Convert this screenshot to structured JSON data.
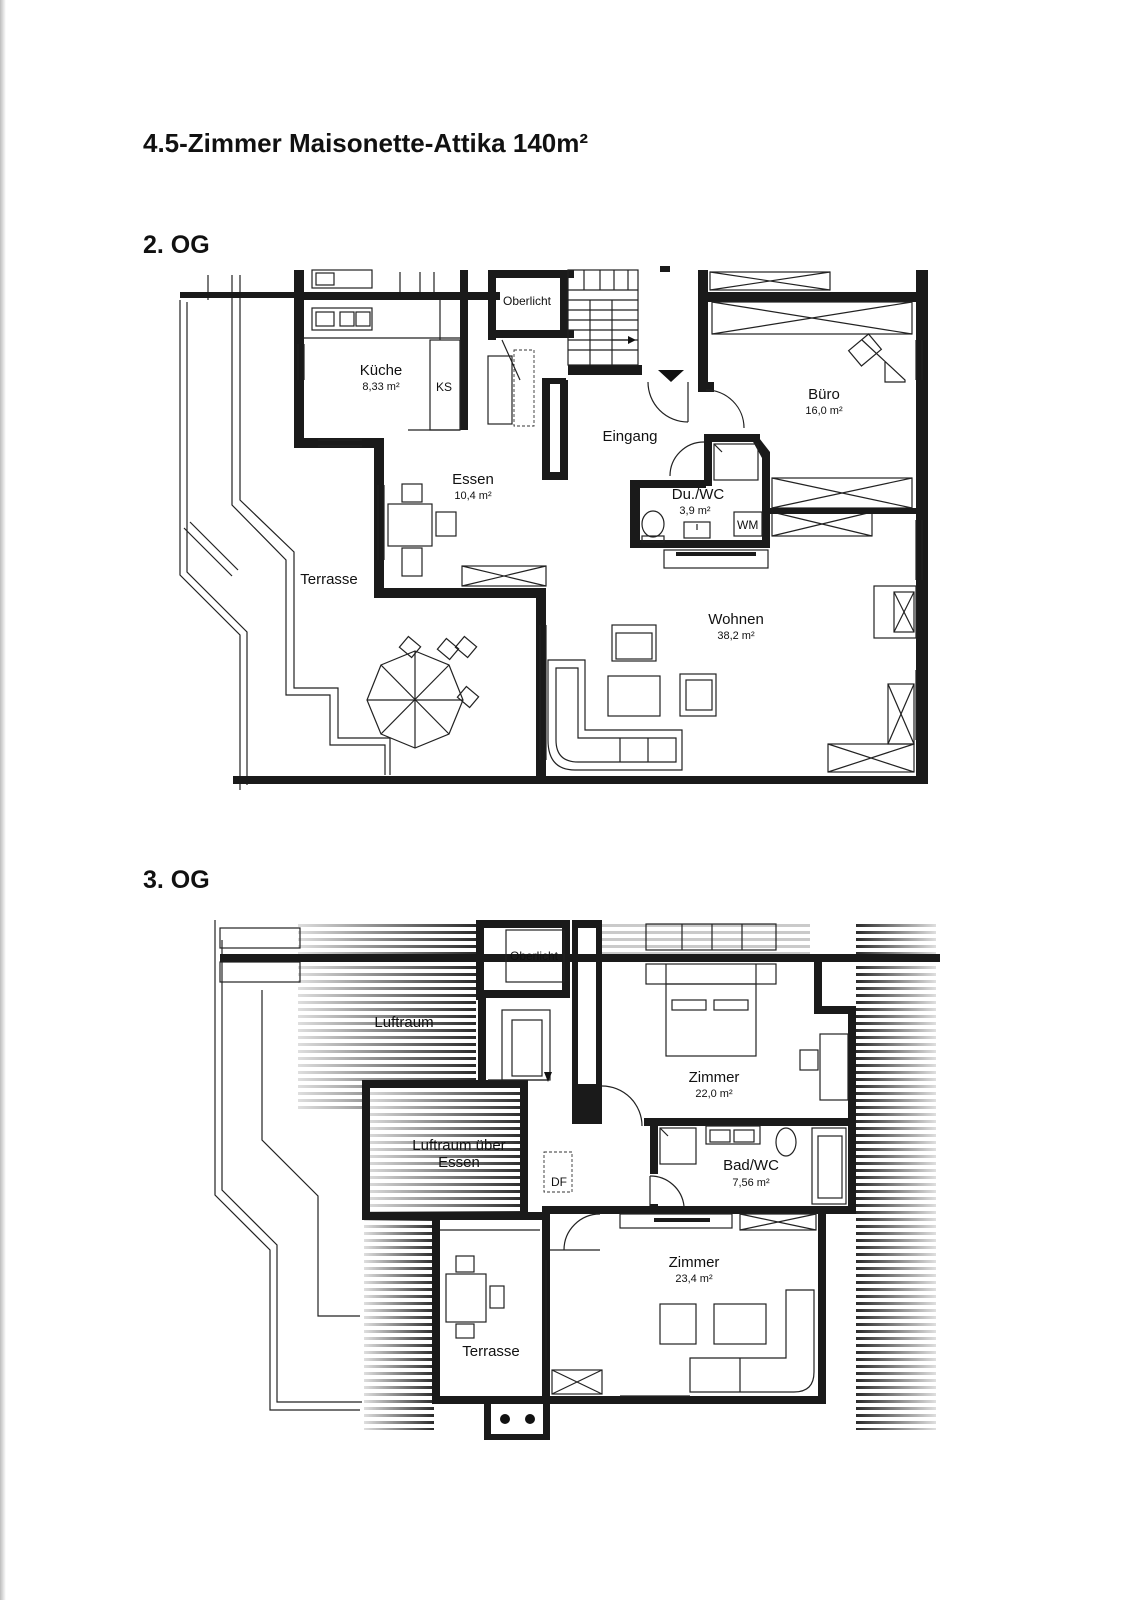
{
  "title": "4.5-Zimmer Maisonette-Attika 140m²",
  "floors": [
    {
      "label": "2. OG",
      "rooms": [
        {
          "name": "Küche",
          "area": "8,33 m²"
        },
        {
          "name": "Büro",
          "area": "16,0 m²"
        },
        {
          "name": "Essen",
          "area": "10,4 m²"
        },
        {
          "name": "Du./WC",
          "area": "3,9 m²"
        },
        {
          "name": "Wohnen",
          "area": "38,2 m²"
        }
      ],
      "labels": {
        "oberlicht": "Oberlicht",
        "ks": "KS",
        "eingang": "Eingang",
        "wm": "WM",
        "terrasse": "Terrasse"
      }
    },
    {
      "label": "3. OG",
      "rooms": [
        {
          "name": "Zimmer",
          "area": "22,0 m²"
        },
        {
          "name": "Bad/WC",
          "area": "7,56 m²"
        },
        {
          "name": "Zimmer",
          "area": "23,4 m²"
        }
      ],
      "labels": {
        "oberlicht": "Oberlicht",
        "luftraum": "Luftraum",
        "luftraum_essen_1": "Luftraum über",
        "luftraum_essen_2": "Essen",
        "df": "DF",
        "terrasse": "Terrasse"
      }
    }
  ]
}
